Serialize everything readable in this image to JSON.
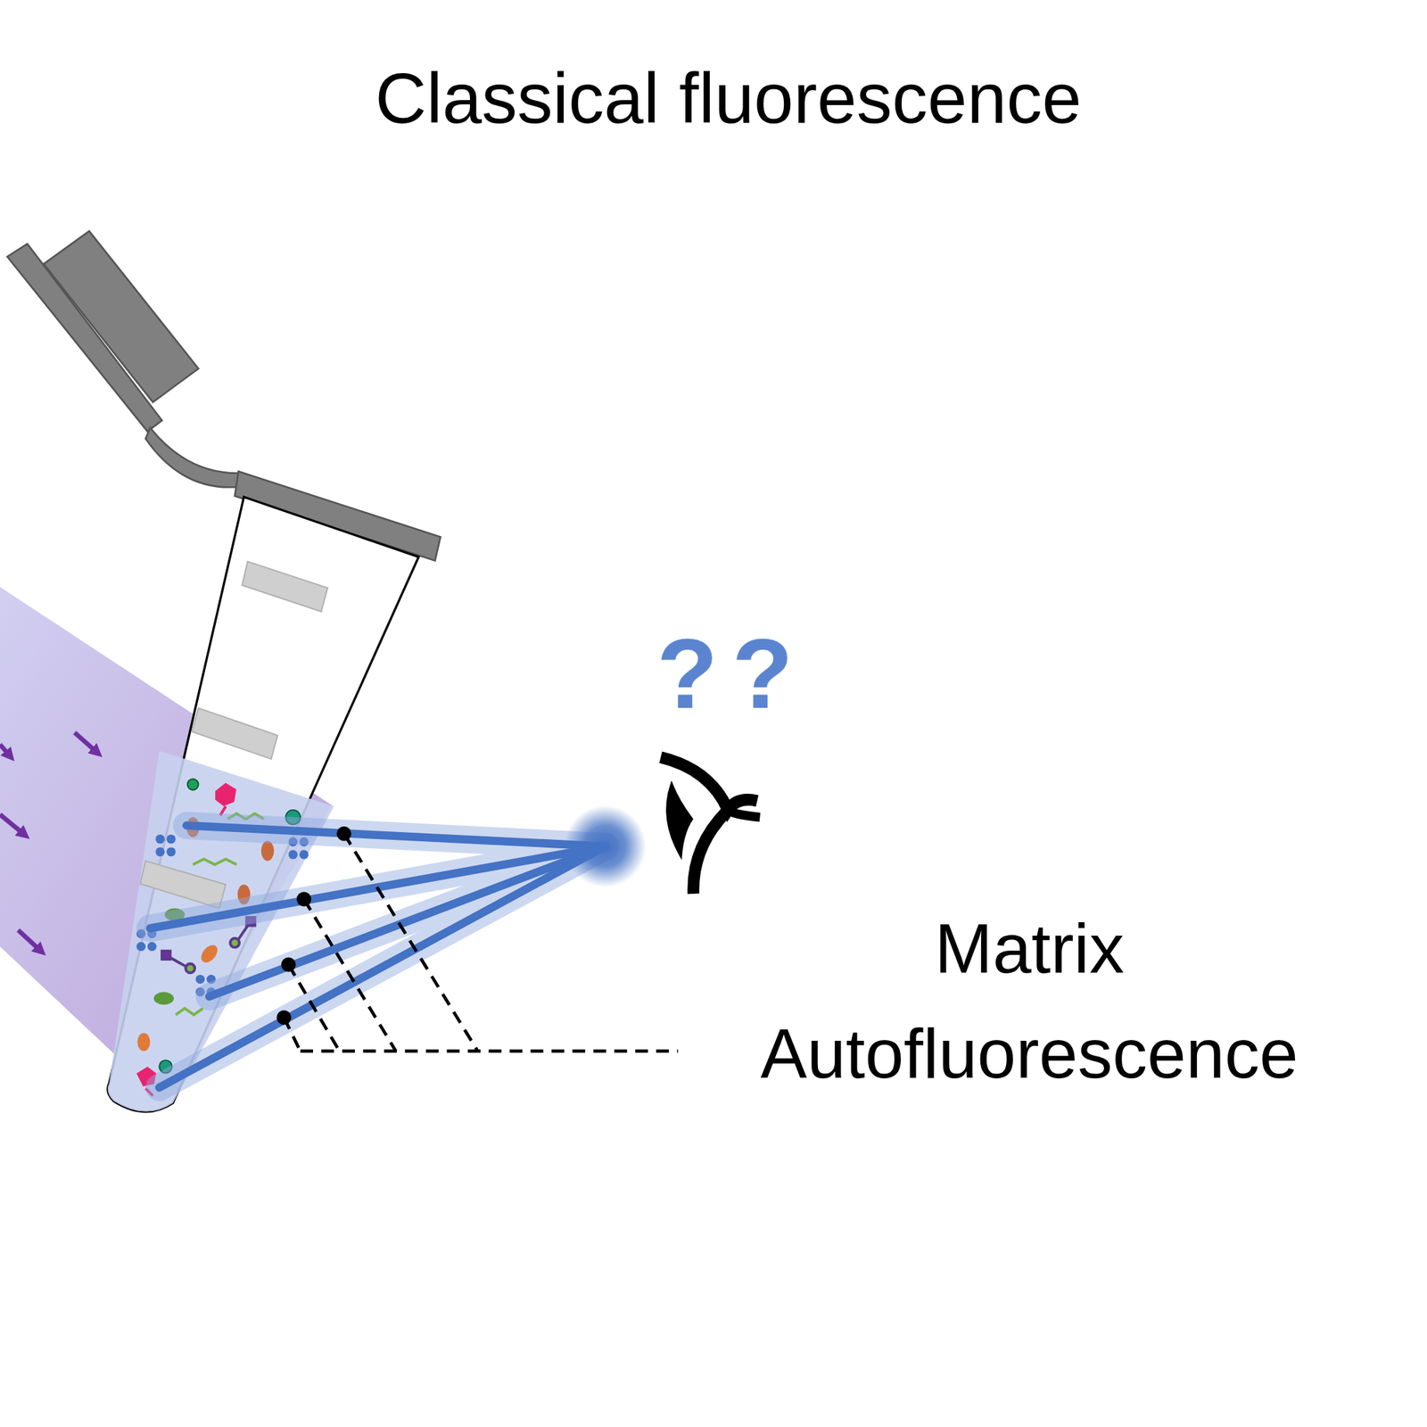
{
  "diagram": {
    "title": "Classical fluorescence",
    "labels": [
      "?",
      "?",
      "Matrix Autofluorescence"
    ]
  }
}
